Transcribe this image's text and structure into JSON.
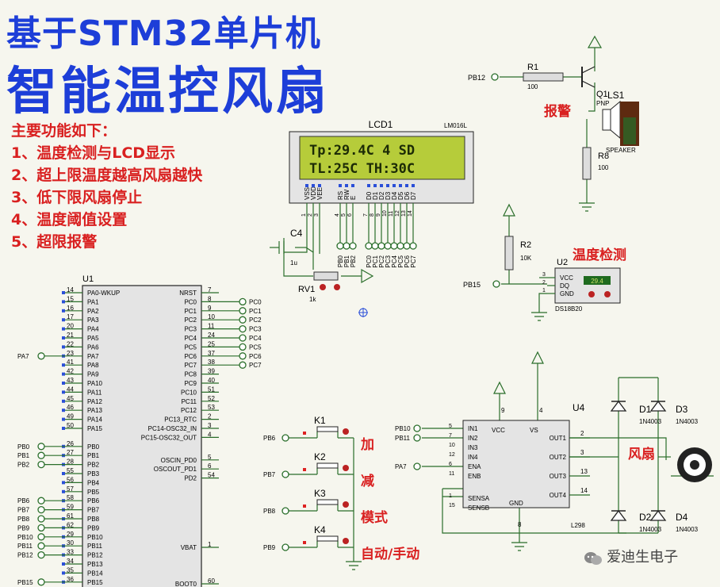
{
  "title_line1": "基于STM32单片机",
  "title_line2": "智能温控风扇",
  "features_heading": "主要功能如下：",
  "features": [
    "1、温度检测与LCD显示",
    "2、超上限温度越高风扇越快",
    "3、低下限风扇停止",
    "4、温度阈值设置",
    "5、超限报警"
  ],
  "lcd": {
    "ref": "LCD1",
    "model": "LM016L",
    "line1": "Tp:29.4C   4   SD",
    "line2": "TL:25C     TH:30C",
    "pins": [
      "VSS",
      "VDD",
      "VEE",
      "RS",
      "RW",
      "E",
      "D0",
      "D1",
      "D2",
      "D3",
      "D4",
      "D5",
      "D6",
      "D7"
    ],
    "pin_numbers": [
      "1",
      "2",
      "3",
      "4",
      "5",
      "6",
      "7",
      "8",
      "9",
      "10",
      "11",
      "12",
      "13",
      "14"
    ],
    "data_nets": [
      "PB0",
      "PB1",
      "PB2",
      "PC0",
      "PC1",
      "PC2",
      "PC3",
      "PC4",
      "PC5",
      "PC6",
      "PC7"
    ]
  },
  "alarm": {
    "label": "报警",
    "net": "PB12",
    "r1_ref": "R1",
    "r1_value": "100",
    "q_ref": "Q1",
    "q_type": "PNP",
    "spk_ref": "LS1",
    "spk_model": "SPEAKER",
    "r8_ref": "R8",
    "r8_value": "100"
  },
  "temp_sensor": {
    "label": "温度检测",
    "ref": "U2",
    "model": "DS18B20",
    "pins": [
      "VCC",
      "DQ",
      "GND"
    ],
    "pin_numbers": [
      "3",
      "2",
      "1"
    ],
    "reading": "29.4",
    "net": "PB15",
    "r2_ref": "R2",
    "r2_value": "10K"
  },
  "contrast": {
    "c_ref": "C4",
    "c_value": "1u",
    "rv_ref": "RV1",
    "rv_value": "1k"
  },
  "mcu": {
    "ref": "U1",
    "left_pins": [
      {
        "num": "14",
        "name": "PA0-WKUP"
      },
      {
        "num": "15",
        "name": "PA1"
      },
      {
        "num": "16",
        "name": "PA2"
      },
      {
        "num": "17",
        "name": "PA3"
      },
      {
        "num": "20",
        "name": "PA4"
      },
      {
        "num": "21",
        "name": "PA5"
      },
      {
        "num": "22",
        "name": "PA6"
      },
      {
        "num": "23",
        "name": "PA7"
      },
      {
        "num": "41",
        "name": "PA8"
      },
      {
        "num": "42",
        "name": "PA9"
      },
      {
        "num": "43",
        "name": "PA10"
      },
      {
        "num": "44",
        "name": "PA11"
      },
      {
        "num": "45",
        "name": "PA12"
      },
      {
        "num": "46",
        "name": "PA13"
      },
      {
        "num": "49",
        "name": "PA14"
      },
      {
        "num": "50",
        "name": "PA15"
      },
      {
        "num": "26",
        "name": "PB0"
      },
      {
        "num": "27",
        "name": "PB1"
      },
      {
        "num": "28",
        "name": "PB2"
      },
      {
        "num": "55",
        "name": "PB3"
      },
      {
        "num": "56",
        "name": "PB4"
      },
      {
        "num": "57",
        "name": "PB5"
      },
      {
        "num": "58",
        "name": "PB6"
      },
      {
        "num": "59",
        "name": "PB7"
      },
      {
        "num": "61",
        "name": "PB8"
      },
      {
        "num": "62",
        "name": "PB9"
      },
      {
        "num": "29",
        "name": "PB10"
      },
      {
        "num": "30",
        "name": "PB11"
      },
      {
        "num": "33",
        "name": "PB12"
      },
      {
        "num": "34",
        "name": "PB13"
      },
      {
        "num": "35",
        "name": "PB14"
      },
      {
        "num": "36",
        "name": "PB15"
      }
    ],
    "right_pins": [
      {
        "num": "7",
        "name": "NRST"
      },
      {
        "num": "8",
        "name": "PC0"
      },
      {
        "num": "9",
        "name": "PC1"
      },
      {
        "num": "10",
        "name": "PC2"
      },
      {
        "num": "11",
        "name": "PC3"
      },
      {
        "num": "24",
        "name": "PC4"
      },
      {
        "num": "25",
        "name": "PC5"
      },
      {
        "num": "37",
        "name": "PC6"
      },
      {
        "num": "38",
        "name": "PC7"
      },
      {
        "num": "39",
        "name": "PC8"
      },
      {
        "num": "40",
        "name": "PC9"
      },
      {
        "num": "51",
        "name": "PC10"
      },
      {
        "num": "52",
        "name": "PC11"
      },
      {
        "num": "53",
        "name": "PC12"
      },
      {
        "num": "2",
        "name": "PC13_RTC"
      },
      {
        "num": "3",
        "name": "PC14-OSC32_IN"
      },
      {
        "num": "4",
        "name": "PC15-OSC32_OUT"
      },
      {
        "num": "5",
        "name": "OSCIN_PD0"
      },
      {
        "num": "6",
        "name": "OSCOUT_PD1"
      },
      {
        "num": "54",
        "name": "PD2"
      },
      {
        "num": "1",
        "name": "VBAT"
      },
      {
        "num": "60",
        "name": "BOOT0"
      }
    ],
    "ext_left_nets": [
      "PA7",
      "PB0",
      "PB1",
      "PB2",
      "PB6",
      "PB7",
      "PB8",
      "PB9",
      "PB10",
      "PB11",
      "PB12",
      "PB15"
    ],
    "ext_right_nets": [
      "PC0",
      "PC1",
      "PC2",
      "PC3",
      "PC4",
      "PC5",
      "PC6",
      "PC7"
    ]
  },
  "keys": [
    {
      "ref": "K1",
      "net": "PB6",
      "label": "加"
    },
    {
      "ref": "K2",
      "net": "PB7",
      "label": "减"
    },
    {
      "ref": "K3",
      "net": "PB8",
      "label": "模式"
    },
    {
      "ref": "K4",
      "net": "PB9",
      "label": "自动/手动"
    }
  ],
  "driver": {
    "ref": "U4",
    "model": "L298",
    "left_pins": [
      {
        "num": "5",
        "name": "IN1",
        "net": "PB10"
      },
      {
        "num": "7",
        "name": "IN2",
        "net": "PB11"
      },
      {
        "num": "10",
        "name": "IN3",
        "net": ""
      },
      {
        "num": "12",
        "name": "IN4",
        "net": ""
      },
      {
        "num": "6",
        "name": "ENA",
        "net": "PA7"
      },
      {
        "num": "11",
        "name": "ENB",
        "net": ""
      },
      {
        "num": "1",
        "name": "SENSA",
        "net": ""
      },
      {
        "num": "15",
        "name": "SENSB",
        "net": ""
      }
    ],
    "right_pins": [
      {
        "num": "2",
        "name": "OUT1"
      },
      {
        "num": "3",
        "name": "OUT2"
      },
      {
        "num": "13",
        "name": "OUT3"
      },
      {
        "num": "14",
        "name": "OUT4"
      }
    ],
    "top_pins": [
      {
        "num": "9",
        "name": "VCC"
      },
      {
        "num": "4",
        "name": "VS"
      }
    ],
    "bottom_pin": {
      "num": "8",
      "name": "GND"
    }
  },
  "fan": {
    "label": "风扇",
    "diodes": [
      {
        "ref": "D1",
        "model": "1N4003"
      },
      {
        "ref": "D3",
        "model": "1N4003"
      },
      {
        "ref": "D2",
        "model": "1N4003"
      },
      {
        "ref": "D4",
        "model": "1N4003"
      }
    ]
  },
  "watermark": "爱迪生电子"
}
